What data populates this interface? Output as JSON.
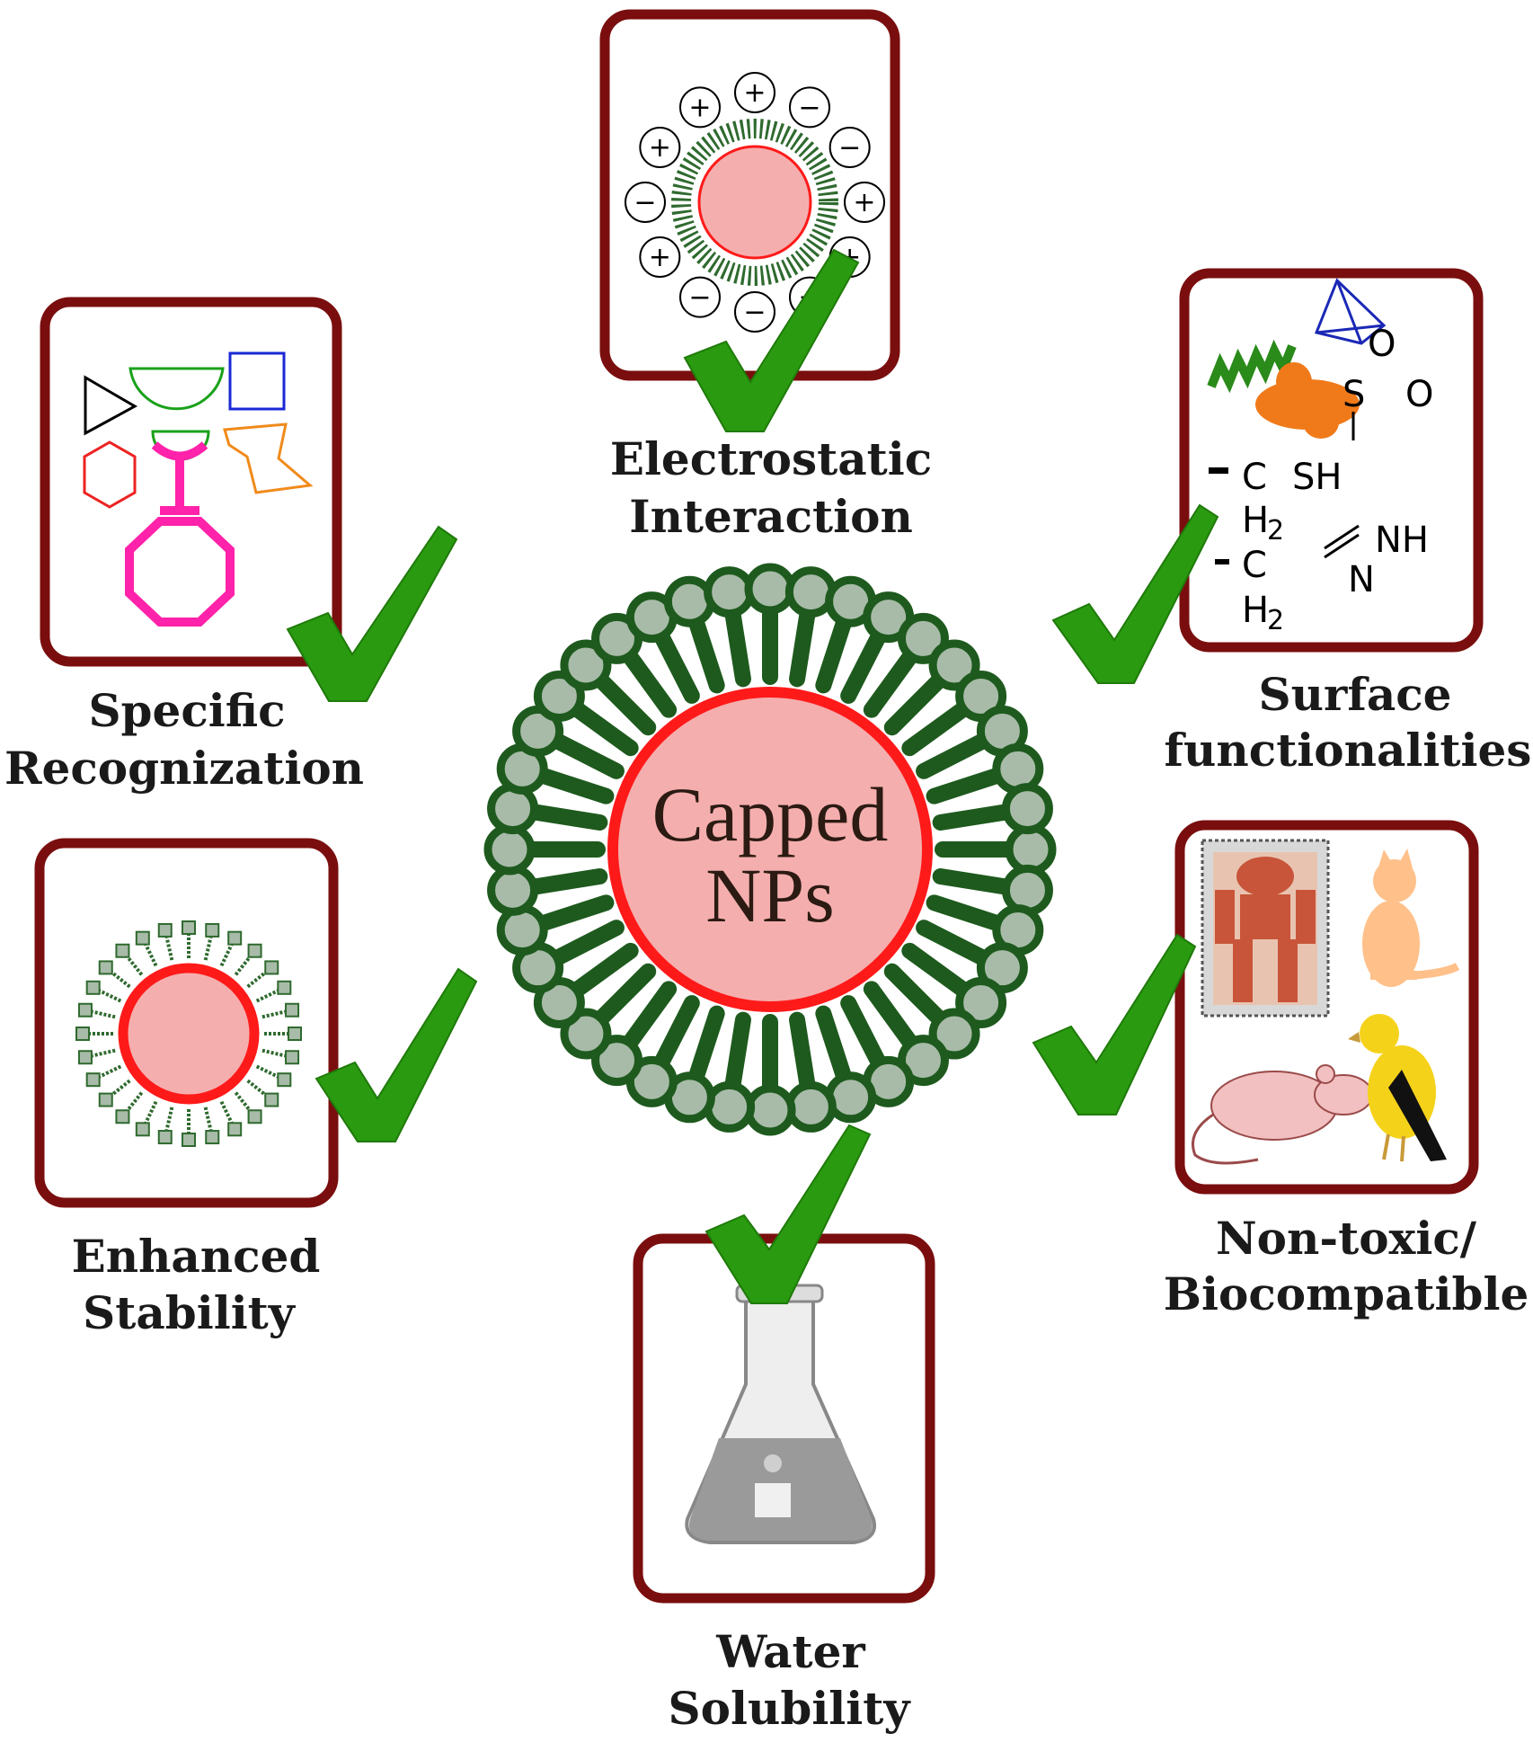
{
  "center": {
    "label_line1": "Capped",
    "label_line2": "NPs"
  },
  "properties": {
    "electrostatic": {
      "line1": "Electrostatic",
      "line2": "Interaction"
    },
    "specific": {
      "line1": "Specific",
      "line2": "Recognization"
    },
    "surface": {
      "line1": "Surface",
      "line2": "functionalities"
    },
    "stability": {
      "line1": "Enhanced",
      "line2": "Stability"
    },
    "nontoxic": {
      "line1": "Non-toxic/",
      "line2": "Biocompatible"
    },
    "water": {
      "line1": "Water",
      "line2": "Solubility"
    }
  },
  "surface_chem": {
    "s": "S",
    "o1": "O",
    "o2": "O",
    "c1": "C",
    "sh": "SH",
    "h2a": "H",
    "h2a_sub": "2",
    "c2": "C",
    "nh": "NH",
    "n": "N",
    "h2b": "H",
    "h2b_sub": "2"
  },
  "charges": [
    "+",
    "−",
    "−",
    "+",
    "+",
    "+",
    "−",
    "−",
    "+",
    "−",
    "+",
    "+"
  ],
  "colors": {
    "card_border": "#7a0e0e",
    "check": "#2a9a10",
    "shell": "#1e5a1e",
    "head": "#a8bba8",
    "core": "#f5aeae",
    "core_border": "#ff1a1a"
  }
}
